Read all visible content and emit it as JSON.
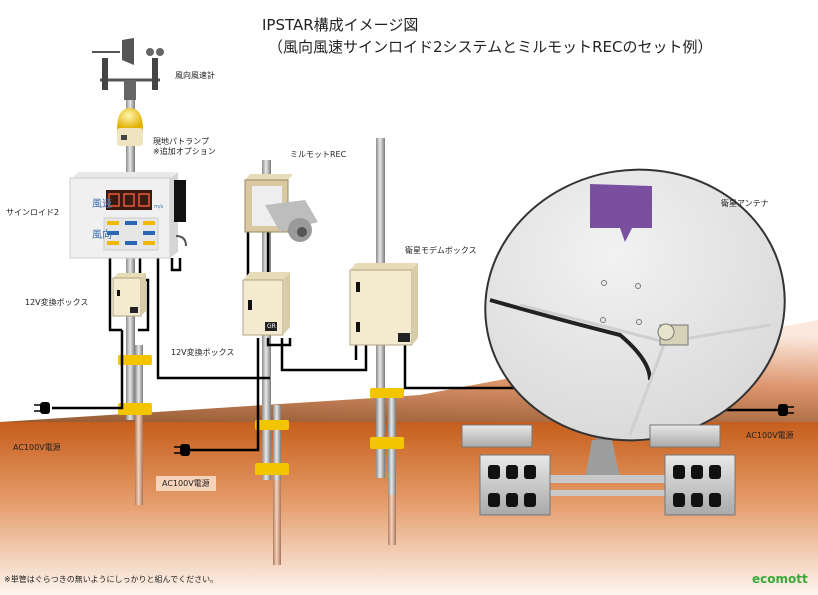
{
  "title": {
    "line1": "IPSTAR構成イメージ図",
    "line2": "（風向風速サインロイド2システムとミルモットRECのセット例）"
  },
  "labels": {
    "anemometer": "風向風速計",
    "patlamp_line1": "現地パトランプ",
    "patlamp_line2": "※追加オプション",
    "signoid": "サインロイド2",
    "converter_left": "12V変換ボックス",
    "converter_mid": "12V変換ボックス",
    "milmott_rec": "ミルモットREC",
    "modem_box": "衛星モデムボックス",
    "satellite_antenna": "衛星アンテナ",
    "ac_left": "AC100V電源",
    "ac_mid": "AC100V電源",
    "ac_right": "AC100V電源",
    "footnote": "※単管はぐらつきの無いようにしっかりと組んでください。"
  },
  "device": {
    "wind_speed_label": "風速",
    "wind_dir_label": "風向",
    "unit": "m/s",
    "gr_label": "GR"
  },
  "brand": {
    "logo_text": "ecomott",
    "logo_color": "#3aa83a"
  },
  "colors": {
    "ground_top": "#c8621e",
    "ground_bottom": "#fdf3ec",
    "clamp": "#f2c500",
    "box": "#f3ead0",
    "balloon": "#7b4fa0",
    "led": "#d43a1a"
  }
}
